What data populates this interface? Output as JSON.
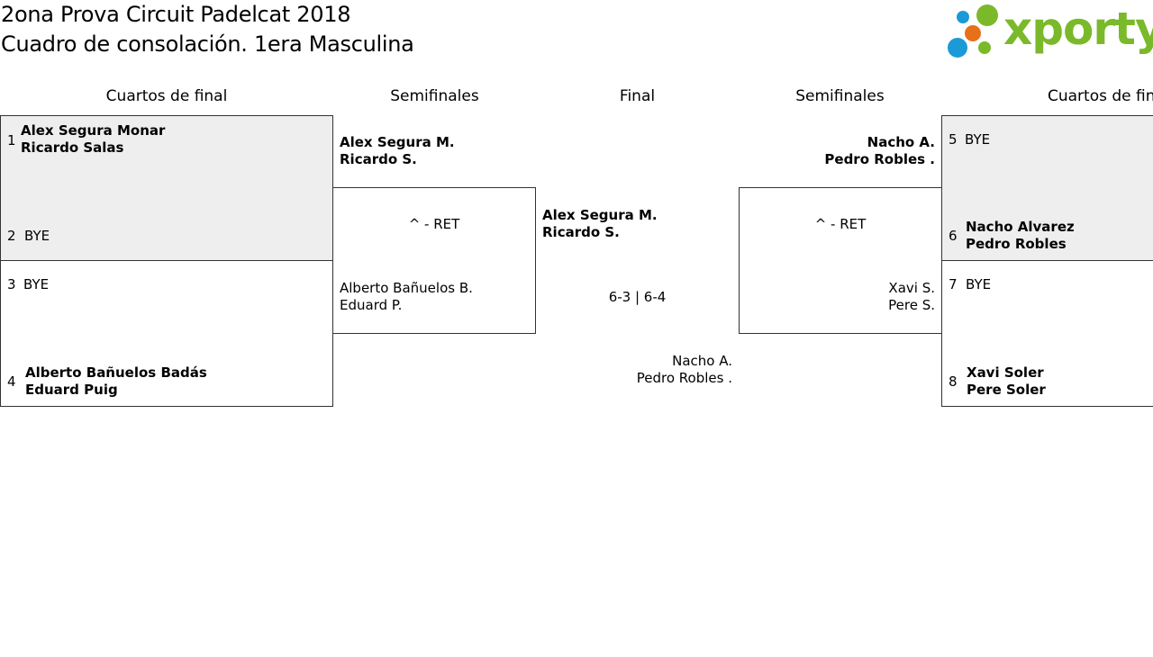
{
  "header": {
    "title": "2ona Prova Circuit Padelcat 2018",
    "subtitle": "Cuadro de consolación. 1era Masculina",
    "logo_text": "xporty",
    "colors": {
      "logo_green": "#7ab929",
      "dot_blue": "#1a9ad6",
      "dot_orange": "#e8701a",
      "dot_green": "#7ab929"
    }
  },
  "rounds": {
    "left_qf": "Cuartos de final",
    "left_sf": "Semifinales",
    "final": "Final",
    "right_sf": "Semifinales",
    "right_qf": "Cuartos de final"
  },
  "left_qf": {
    "m1": {
      "seed_a": "1",
      "a1": "Alex Segura Monar",
      "a2": "Ricardo Salas",
      "seed_b": "2",
      "b1": "BYE"
    },
    "m2": {
      "seed_a": "3",
      "a1": "BYE",
      "seed_b": "4",
      "b1": "Alberto Bañuelos Badás",
      "b2": "Eduard Puig"
    }
  },
  "left_sf": {
    "top1": "Alex Segura M.",
    "top2": "Ricardo S.",
    "score": "^ - RET",
    "bot1": "Alberto Bañuelos B.",
    "bot2": "Eduard P."
  },
  "final": {
    "top1": "Alex Segura M.",
    "top2": "Ricardo S.",
    "score": "6-3 | 6-4",
    "bot1": "Nacho A.",
    "bot2": "Pedro Robles ."
  },
  "right_sf": {
    "top1": "Nacho A.",
    "top2": "Pedro Robles .",
    "score": "^ - RET",
    "bot1": "Xavi S.",
    "bot2": "Pere S."
  },
  "right_qf": {
    "m1": {
      "seed_a": "5",
      "a1": "BYE",
      "seed_b": "6",
      "b1": "Nacho Alvarez",
      "b2": "Pedro Robles"
    },
    "m2": {
      "seed_a": "7",
      "a1": "BYE",
      "seed_b": "8",
      "b1": "Xavi Soler",
      "b2": "Pere Soler"
    }
  }
}
